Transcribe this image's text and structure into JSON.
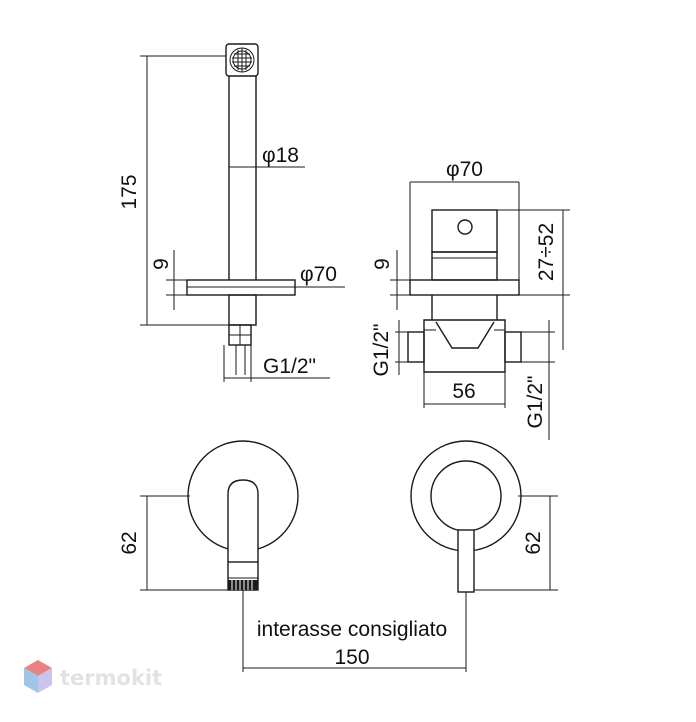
{
  "dimensions": {
    "height_175": "175",
    "diameter_18": "φ18",
    "diameter_70_spout": "φ70",
    "thickness_9_left": "9",
    "thread_left": "G1/2\"",
    "diameter_70_mixer": "φ70",
    "range_27_52": "27÷52",
    "thickness_9_right": "9",
    "thread_mixer_left": "G1/2\"",
    "width_56": "56",
    "thread_mixer_right": "G1/2\"",
    "height_62_left": "62",
    "height_62_right": "62",
    "spacing_label": "interasse consigliato",
    "spacing_150": "150"
  },
  "logo": {
    "text": "termokit",
    "colors": {
      "top": "#e05a5a",
      "left": "#7fb2e0",
      "right": "#b9b0e6"
    }
  }
}
